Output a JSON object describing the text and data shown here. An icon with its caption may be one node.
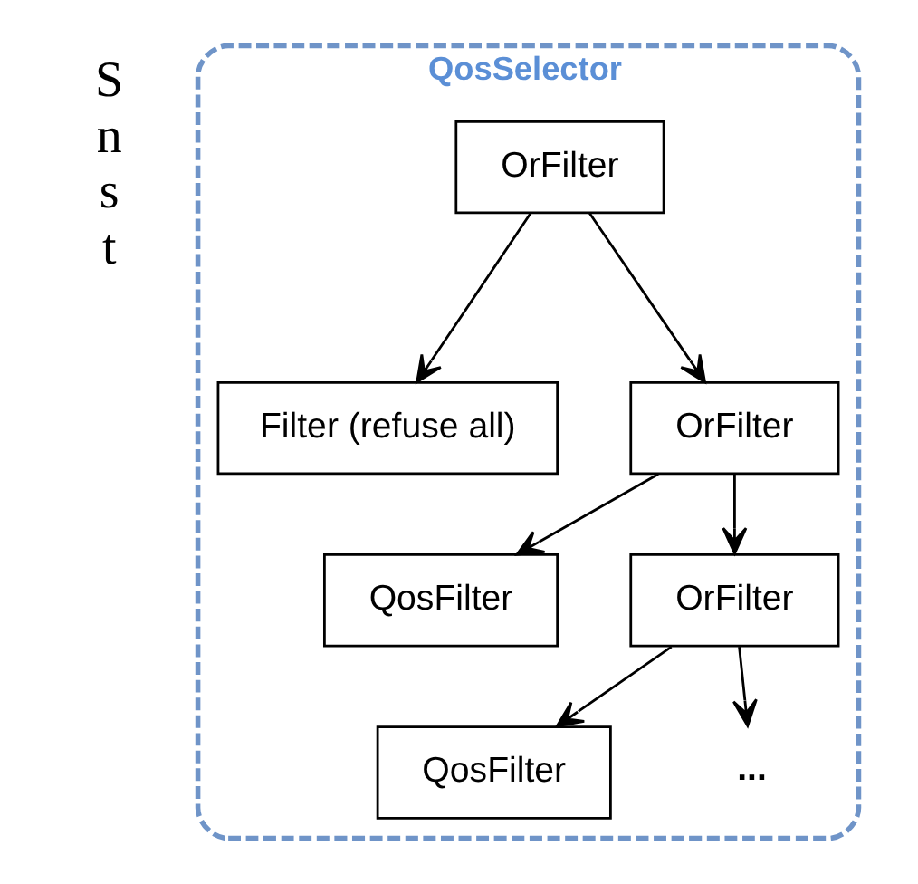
{
  "diagram": {
    "nodes": [
      {
        "text": [
          "QosSelector"
        ]
      },
      {
        "text": [
          "OrFilter"
        ],
        "in": 0
      },
      {
        "text": [
          "Filter (refuse all)"
        ],
        "in": 0
      },
      {
        "text": [
          "OrFilter"
        ],
        "in": 0
      },
      {
        "text": [
          "QosFilter"
        ],
        "in": 0
      },
      {
        "text": [
          "OrFilter"
        ],
        "in": 0
      },
      {
        "text": [
          "QosFilter"
        ],
        "in": 0
      },
      {
        "text": [
          "..."
        ],
        "in": 0
      }
    ],
    "edges": [
      {
        "from": 1,
        "to": 2,
        "arrow": "to"
      },
      {
        "from": 1,
        "to": 3,
        "arrow": "to"
      },
      {
        "from": 3,
        "to": 4,
        "arrow": "to"
      },
      {
        "from": 3,
        "to": 5,
        "arrow": "to"
      },
      {
        "from": 5,
        "to": 6,
        "arrow": "to"
      },
      {
        "from": 5,
        "to": 7,
        "arrow": "to"
      }
    ],
    "labels": [
      "S",
      "n",
      "s",
      "t"
    ]
  }
}
